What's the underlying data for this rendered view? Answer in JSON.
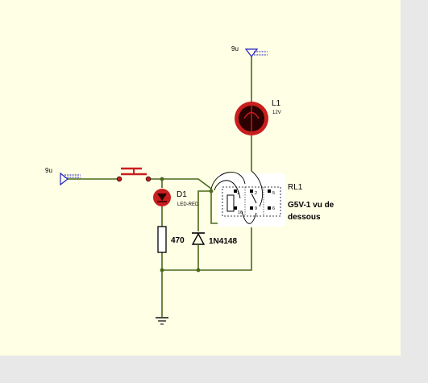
{
  "labels": {
    "power_top": "9u",
    "power_left": "9u",
    "lamp_ref": "L1",
    "lamp_value": "12V",
    "led_ref": "D1",
    "led_value": "LED-RED",
    "resistor_value": "470",
    "diode_value": "1N4148",
    "relay_ref": "RL1",
    "relay_desc_line1": "G5V-1 vu de",
    "relay_desc_line2": "dessous",
    "relay_pins": [
      "1",
      "2",
      "5",
      "16",
      "9",
      "6"
    ]
  },
  "colors": {
    "canvas_bg": "#e8e8e8",
    "sheet_bg": "#ffffe6",
    "wire": "#4a6a1a",
    "component_fill": "#c81e1e",
    "component_dark": "#2a0000",
    "power_symbol": "#2020c0"
  },
  "icons": {
    "power_terminal": "power-terminal-icon",
    "ground": "ground-icon",
    "push_button": "push-button-switch-icon",
    "lamp": "lamp-icon",
    "led": "led-icon",
    "resistor": "resistor-icon",
    "diode": "diode-icon",
    "relay": "relay-icon"
  }
}
